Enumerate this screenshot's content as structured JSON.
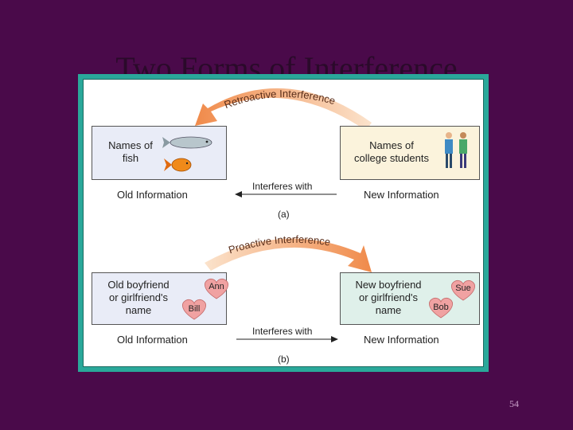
{
  "slide": {
    "title": "Two Forms of Interference",
    "page_number": "54"
  },
  "panel_a": {
    "arc_label": "Retroactive Interference",
    "old_box_text": [
      "Names of",
      "fish"
    ],
    "new_box_text": [
      "Names of",
      "college students"
    ],
    "old_label": "Old Information",
    "new_label": "New Information",
    "arrow_label": "Interferes with",
    "letter": "(a)"
  },
  "panel_b": {
    "arc_label": "Proactive Interference",
    "old_box_text": [
      "Old boyfriend",
      "or girlfriend's",
      "name"
    ],
    "new_box_text": [
      "New boyfriend",
      "or girlfriend's",
      "name"
    ],
    "old_hearts": [
      "Ann",
      "Bill"
    ],
    "new_hearts": [
      "Sue",
      "Bob"
    ],
    "old_label": "Old Information",
    "new_label": "New Information",
    "arrow_label": "Interferes with",
    "letter": "(b)"
  },
  "colors": {
    "background": "#4a0a4a",
    "frame": "#2aa89a",
    "old_box": "#e9ecf7",
    "new_box_a": "#fbf3dc",
    "new_box_b": "#dff0ea",
    "arc": "#f4a36a",
    "heart": "#f0a2a2"
  },
  "icons": [
    "fish-icon",
    "goldfish-icon",
    "students-icon",
    "heart-icon"
  ]
}
